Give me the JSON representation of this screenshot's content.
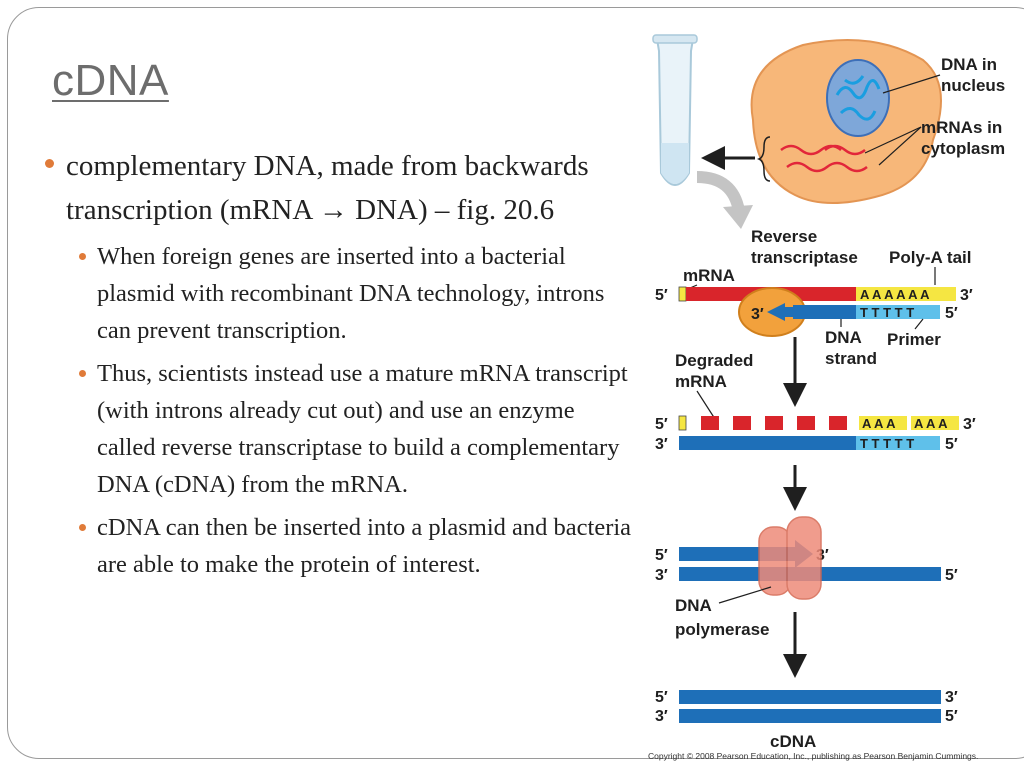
{
  "slide": {
    "title": "cDNA",
    "bullet_main": "complementary DNA, made from backwards transcription (mRNA → DNA) – fig. 20.6",
    "sub_bullets": [
      "When foreign genes are inserted into a bacterial plasmid with recombinant DNA technology, introns can prevent transcription.",
      "Thus, scientists instead use a mature mRNA transcript (with introns already cut out) and use an enzyme called reverse transcriptase to build a complementary DNA (cDNA) from the mRNA.",
      "cDNA can then be inserted into a plasmid and bacteria are able to make the protein of interest."
    ]
  },
  "figure": {
    "dna_in_nucleus": [
      "DNA in",
      "nucleus"
    ],
    "mrnas_in_cytoplasm": [
      "mRNAs in",
      "cytoplasm"
    ],
    "reverse_transcriptase": [
      "Reverse",
      "transcriptase"
    ],
    "poly_a_tail": "Poly-A tail",
    "mrna": "mRNA",
    "dna_strand": [
      "DNA",
      "strand"
    ],
    "primer": "Primer",
    "degraded_mrna": [
      "Degraded",
      "mRNA"
    ],
    "dna_polymerase": [
      "DNA",
      "polymerase"
    ],
    "cdna": "cDNA",
    "five_prime": "5′",
    "three_prime": "3′",
    "poly_a_bases": "A A A A A A",
    "poly_a_bases_split": [
      "A A A",
      "A A A"
    ],
    "poly_t_bases": "T T T T T",
    "copyright": "Copyright © 2008 Pearson Education, Inc., publishing as Pearson Benjamin Cummings."
  },
  "colors": {
    "bullet": "#e07b39",
    "mrna_red": "#d9252b",
    "dna_blue": "#1e6fb8",
    "poly_a_yellow": "#f5e642",
    "primer_blue": "#5fc0ea",
    "cell_orange": "#f7b779",
    "enzyme_orange": "#f2a13c",
    "polymerase_salmon": "#ee8b7a"
  }
}
